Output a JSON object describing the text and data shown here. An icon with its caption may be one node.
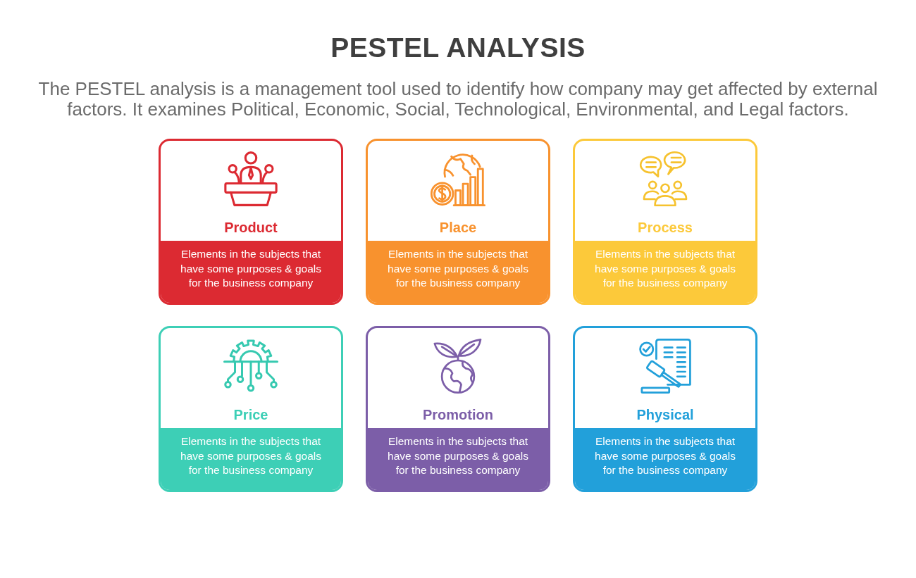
{
  "diagram": {
    "title": "PESTEL ANALYSIS",
    "nodes": [
      {
        "text": [
          "Product",
          "Elements in the subjects that have some purposes & goals for the business company"
        ]
      },
      {
        "text": [
          "Place",
          "Elements in the subjects that have some purposes & goals for the business company"
        ]
      },
      {
        "text": [
          "Process",
          "Elements in the subjects that have some purposes & goals for the business company"
        ]
      },
      {
        "text": [
          "Price",
          "Elements in the subjects that have some purposes & goals for the business company"
        ]
      },
      {
        "text": [
          "Promotion",
          "Elements in the subjects that have some purposes & goals for the business company"
        ]
      },
      {
        "text": [
          "Physical",
          "Elements in the subjects that have some purposes & goals for the business company"
        ]
      }
    ],
    "labels": [
      "The PESTEL analysis is a management tool used to identify how company may get affected by external factors. It examines Political, Economic, Social, Technological, Environmental, and Legal factors."
    ]
  }
}
